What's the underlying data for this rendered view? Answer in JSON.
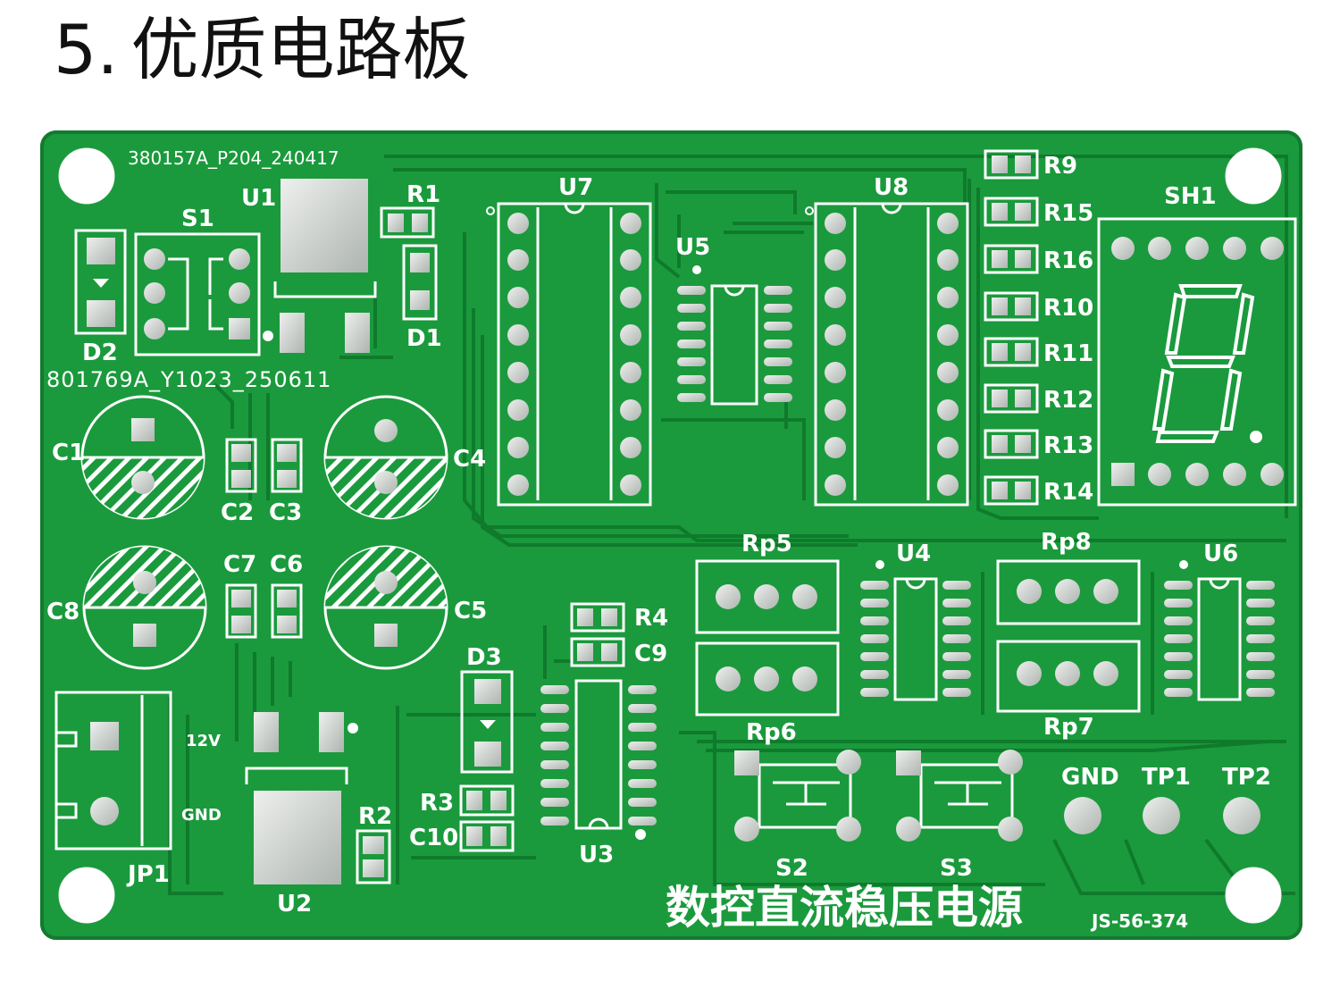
{
  "heading": {
    "number": "5",
    "sep": ".",
    "title": "优质电路板"
  },
  "board": {
    "color": "#1a9a3c",
    "trace_color": "#0f7a2c",
    "code_top": "380157A_P204_240417",
    "code_mid": "801769A_Y1023_250611",
    "code_bottom": "JS-56-374",
    "product_name": "数控直流稳压电源",
    "labels": {
      "U1": "U1",
      "S1": "S1",
      "R1": "R1",
      "D1": "D1",
      "D2": "D2",
      "U7": "U7",
      "U5": "U5",
      "U8": "U8",
      "R9": "R9",
      "R15": "R15",
      "R16": "R16",
      "R10": "R10",
      "R11": "R11",
      "R12": "R12",
      "R13": "R13",
      "R14": "R14",
      "SH1": "SH1",
      "C1": "C1",
      "C2": "C2",
      "C3": "C3",
      "C4": "C4",
      "C5": "C5",
      "C6": "C6",
      "C7": "C7",
      "C8": "C8",
      "Rp5": "Rp5",
      "U4": "U4",
      "Rp8": "Rp8",
      "U6": "U6",
      "Rp6": "Rp6",
      "Rp7": "Rp7",
      "R4": "R4",
      "C9": "C9",
      "D3": "D3",
      "R3": "R3",
      "C10": "C10",
      "U3": "U3",
      "v12": "12V",
      "GND_JP": "GND",
      "JP1": "JP1",
      "R2": "R2",
      "U2": "U2",
      "S2": "S2",
      "S3": "S3",
      "GND": "GND",
      "TP1": "TP1",
      "TP2": "TP2"
    }
  }
}
